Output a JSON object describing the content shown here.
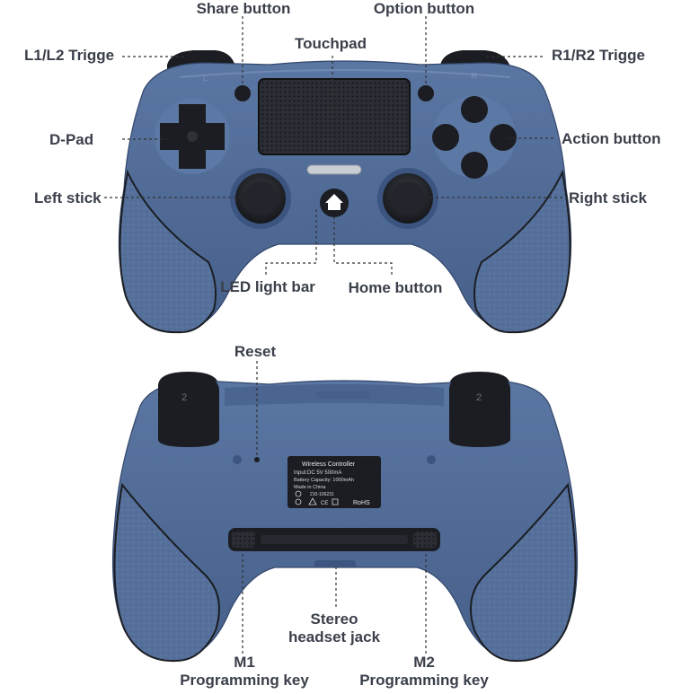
{
  "front_labels": {
    "share_button": "Share button",
    "option_button": "Option button",
    "touchpad": "Touchpad",
    "l1_l2_trigger": "L1/L2 Trigge",
    "r1_r2_trigger": "R1/R2 Trigge",
    "d_pad": "D-Pad",
    "action_button": "Action button",
    "left_stick": "Left stick",
    "right_stick": "Right stick",
    "led_light_bar": "LED light bar",
    "home_button": "Home button"
  },
  "back_labels": {
    "reset": "Reset",
    "stereo_headset_jack_line1": "Stereo",
    "stereo_headset_jack_line2": "headset jack",
    "m1_line1": "M1",
    "m1_line2": "Programming key",
    "m2_line1": "M2",
    "m2_line2": "Programming key"
  },
  "controller_marks": {
    "l_mark": "L",
    "r_mark": "R",
    "trigger2_left": "2",
    "trigger2_right": "2"
  },
  "spec_label": {
    "title": "Wireless Controller",
    "input": "Input:DC 5V   500mA",
    "battery": "Battery Capacity: 1000mAh",
    "origin": "Made in China",
    "cert": "210-106231",
    "rohs": "RoHS"
  },
  "colors": {
    "body": "#4f6a94",
    "body_dark": "#3d5680",
    "body_light": "#6782ad",
    "grip": "#56719b",
    "black": "#1b1d22",
    "label_text": "#3a3f4a",
    "leader_line": "#333333"
  }
}
